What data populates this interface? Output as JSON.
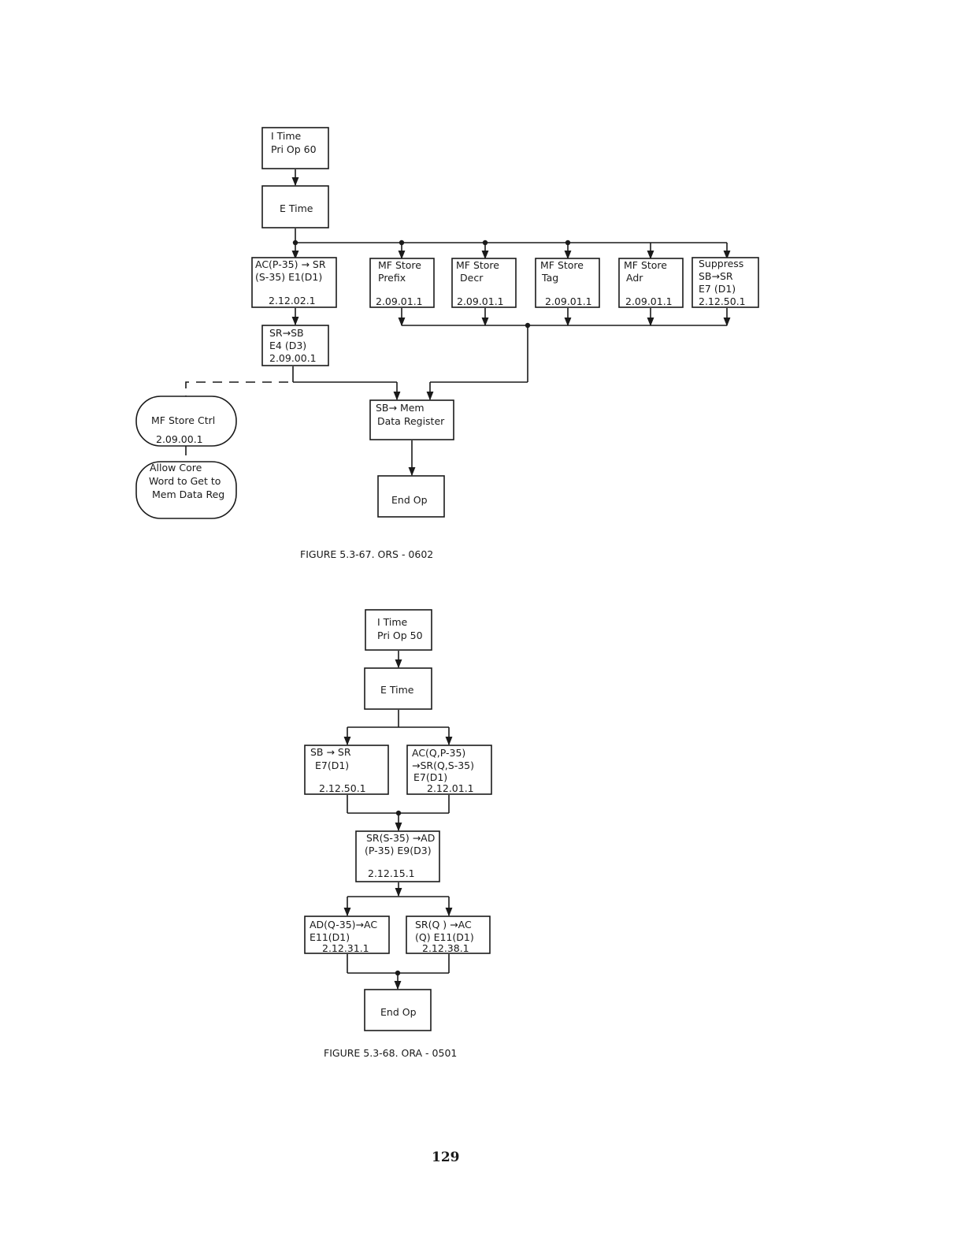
{
  "figure1": {
    "caption": "FIGURE 5.3-67.  ORS - 0602",
    "i_time": [
      "I Time",
      "Pri Op 60"
    ],
    "e_time": [
      "E Time"
    ],
    "ac_sr": [
      "AC(P-35) → SR",
      "(S-35) E1(D1)",
      "2.12.02.1"
    ],
    "mf_prefix": [
      "MF Store",
      "Prefix",
      "2.09.01.1"
    ],
    "mf_decr": [
      "MF Store",
      "Decr",
      "2.09.01.1"
    ],
    "mf_tag": [
      "MF Store",
      "Tag",
      "2.09.01.1"
    ],
    "mf_adr": [
      "MF Store",
      "Adr",
      "2.09.01.1"
    ],
    "suppress": [
      "Suppress",
      "SB→SR",
      "E7 (D1)",
      "2.12.50.1"
    ],
    "sr_sb": [
      "SR→SB",
      "E4 (D3)",
      "2.09.00.1"
    ],
    "mf_ctrl": [
      "MF Store Ctrl",
      "2.09.00.1"
    ],
    "allow": [
      "Allow Core",
      "Word to Get to",
      "Mem Data Reg"
    ],
    "sb_mem": [
      "SB→ Mem",
      "Data Register"
    ],
    "end_op": [
      "End Op"
    ]
  },
  "figure2": {
    "caption": "FIGURE 5.3-68.  ORA - 0501",
    "i_time": [
      "I Time",
      "Pri Op 50"
    ],
    "e_time": [
      "E Time"
    ],
    "sb_sr": [
      "SB → SR",
      "E7(D1)",
      "2.12.50.1"
    ],
    "ac_q": [
      "AC(Q,P-35)",
      "→SR(Q,S-35)",
      "E7(D1)",
      "2.12.01.1"
    ],
    "sr_ad": [
      "SR(S-35) →AD",
      "(P-35) E9(D3)",
      "2.12.15.1"
    ],
    "ad_ac": [
      "AD(Q-35)→AC",
      "E11(D1)",
      "2.12.31.1"
    ],
    "sr_ac": [
      "SR(Q ) →AC",
      "(Q) E11(D1)",
      "2.12.38.1"
    ],
    "end_op": [
      "End Op"
    ]
  },
  "page_number": "129"
}
